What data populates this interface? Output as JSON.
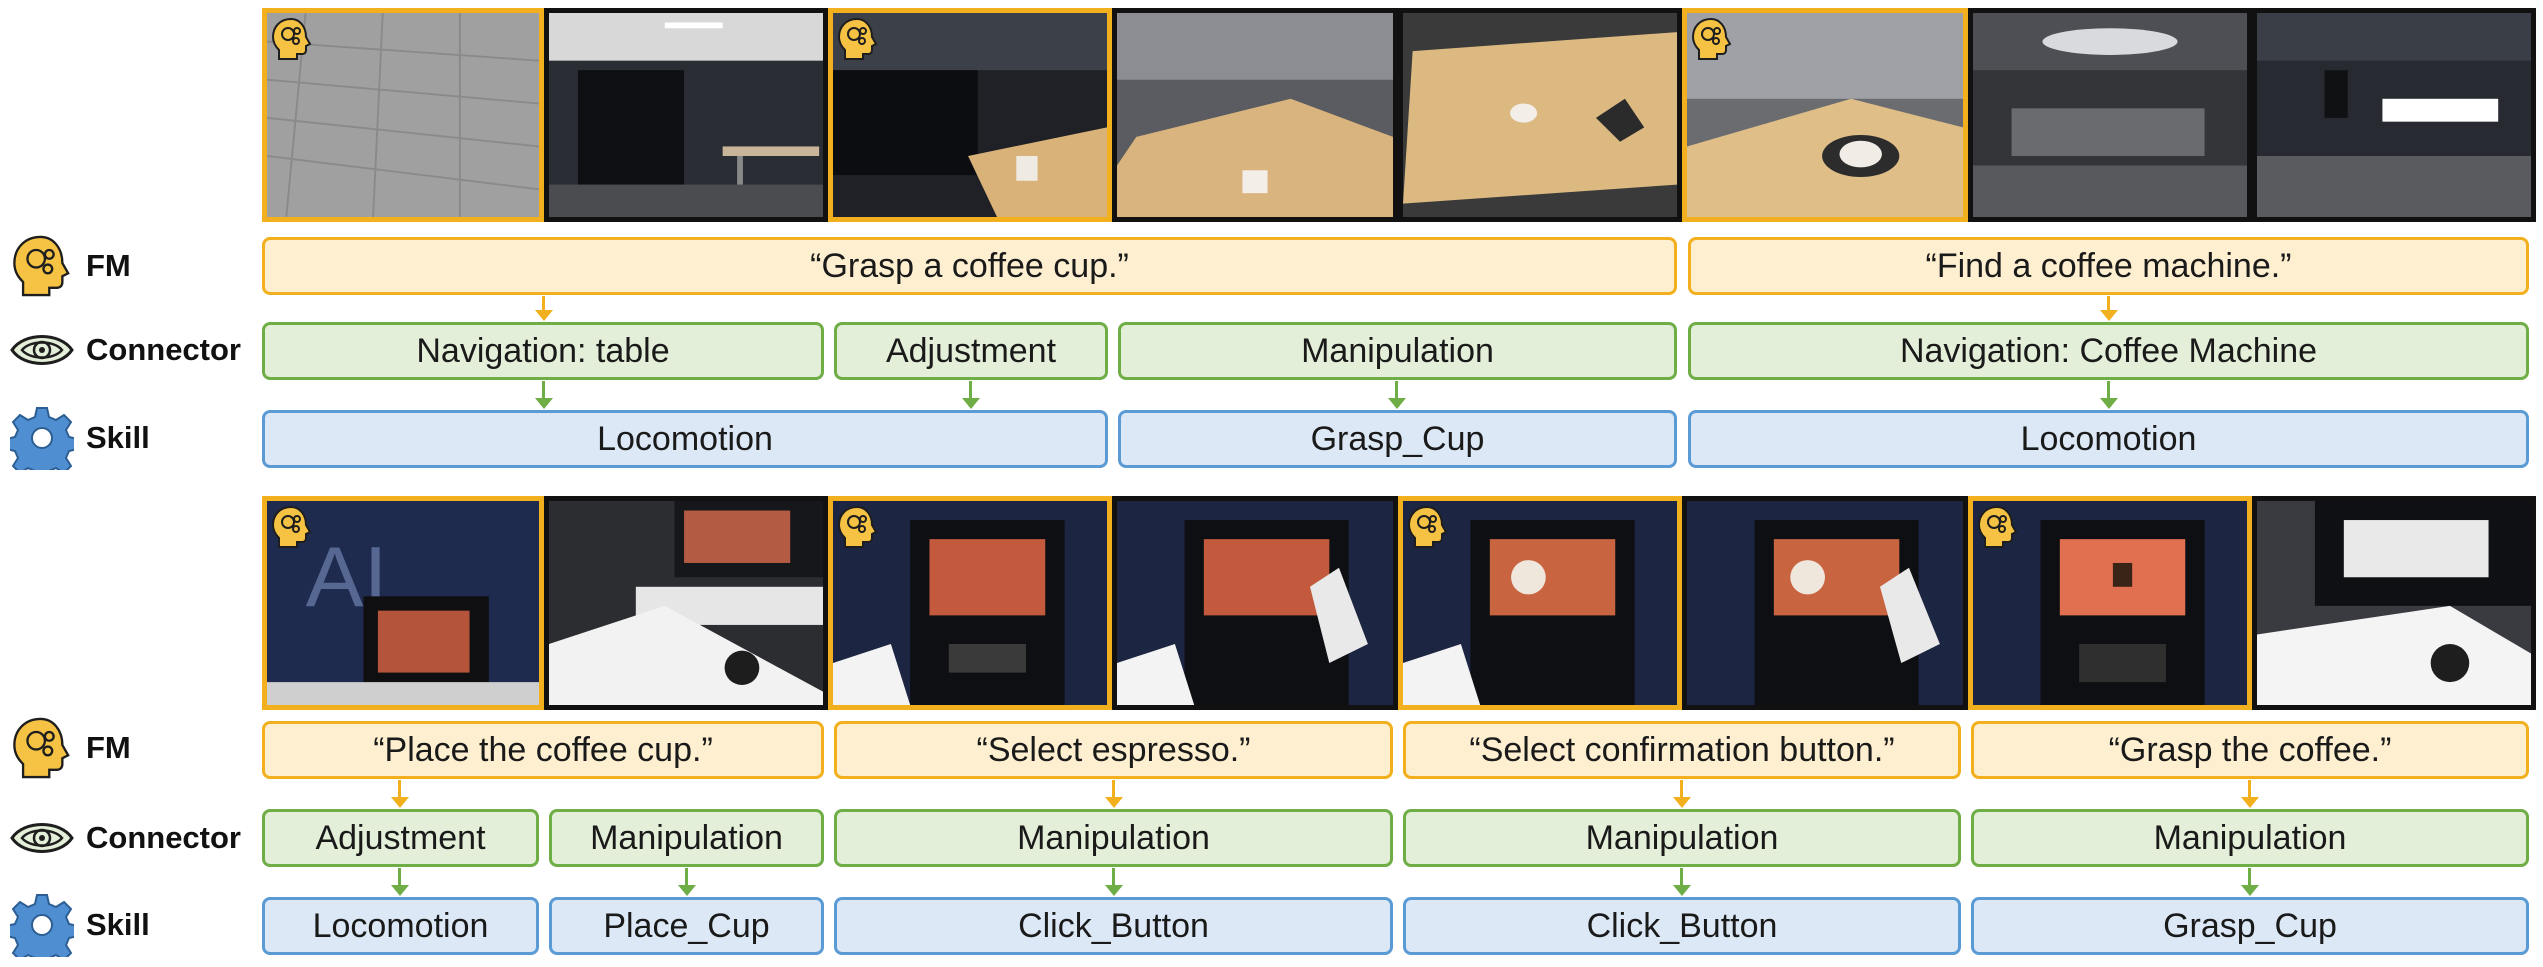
{
  "labels": {
    "fm": "FM",
    "connector": "Connector",
    "skill": "Skill"
  },
  "icons": {
    "fm": "brain-head-icon",
    "connector": "eye-icon",
    "skill": "gear-icon",
    "keyframe": "brain-head-badge-icon"
  },
  "colors": {
    "fm_fill": "#fdefcf",
    "fm_border": "#f2b01e",
    "connector_fill": "#e3efd8",
    "connector_border": "#6fad46",
    "skill_fill": "#dce8f5",
    "skill_border": "#5b9bd5",
    "keyframe_border": "#f2b01e",
    "frame_border": "#111111"
  },
  "top": {
    "frames": [
      "carpet-floor",
      "office-dark",
      "table-cup-far",
      "table-cup-near",
      "table-cup-top",
      "gripper-cup",
      "office-wide",
      "coffee-machine-far"
    ],
    "keyframes": [
      0,
      2,
      5
    ],
    "fm": [
      "“Grasp a coffee cup.”",
      "“Find a coffee machine.”"
    ],
    "connector": [
      "Navigation: table",
      "Adjustment",
      "Manipulation",
      "Navigation: Coffee Machine"
    ],
    "skill": [
      "Locomotion",
      "Grasp_Cup",
      "Locomotion"
    ]
  },
  "bottom": {
    "frames": [
      "machine-ai-wall",
      "machine-cup-hand",
      "machine-screen-menu",
      "machine-screen-press",
      "machine-screen-confirm",
      "machine-screen-confirm-press",
      "machine-screen-brewing",
      "machine-grasp-coffee"
    ],
    "keyframes": [
      0,
      2,
      4,
      6
    ],
    "fm": [
      "“Place the coffee cup.”",
      "“Select espresso.”",
      "“Select confirmation button.”",
      "“Grasp the coffee.”"
    ],
    "connector": [
      "Adjustment",
      "Manipulation",
      "Manipulation",
      "Manipulation",
      "Manipulation"
    ],
    "skill": [
      "Locomotion",
      "Place_Cup",
      "Click_Button",
      "Click_Button",
      "Grasp_Cup"
    ]
  }
}
